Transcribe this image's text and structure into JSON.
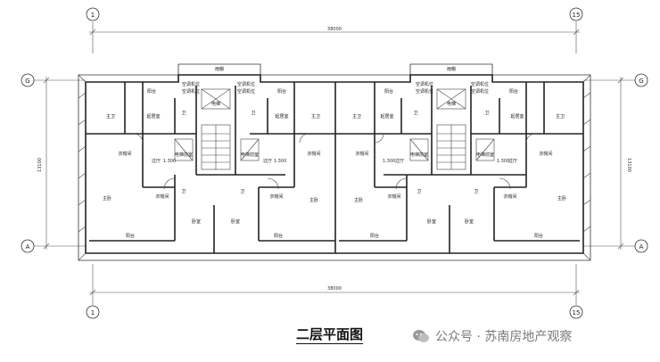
{
  "axes": {
    "top_left": "1",
    "top_right": "15",
    "left_top": "G",
    "left_bottom": "A",
    "right_top": "G",
    "right_bottom": "A",
    "bottom_left": "1",
    "bottom_right": "15"
  },
  "dims": {
    "top_overall": "38000",
    "bottom_overall": "38000",
    "left_depth": "13100",
    "right_depth": "13100",
    "level_a": "1.300",
    "level_b": "1.300",
    "level_c": "1.300",
    "level_d": "1.300"
  },
  "rooms": {
    "roof_a": "雨棚",
    "roof_b": "雨棚",
    "shaft1": "空调机位",
    "shaft2": "空调机位",
    "shaft3": "空调机位",
    "shaft4": "空调机位",
    "shaft5": "空调机位",
    "shaft6": "空调机位",
    "shaft7": "空调机位",
    "shaft8": "空调机位",
    "balcony1": "阳台",
    "balcony2": "阳台",
    "balcony3": "阳台",
    "balcony4": "阳台",
    "bath1": "主卫",
    "bath2": "主卫",
    "bath3": "主卫",
    "bath4": "主卫",
    "living1": "起居室",
    "living2": "起居室",
    "living3": "起居室",
    "living4": "起居室",
    "wc1": "卫",
    "wc2": "卫",
    "wc3": "卫",
    "wc4": "卫",
    "wc5": "卫",
    "wc6": "卫",
    "wc7": "卫",
    "wc8": "卫",
    "closet1": "衣帽间",
    "closet2": "衣帽间",
    "closet3": "衣帽间",
    "closet4": "衣帽间",
    "closet5": "衣帽间",
    "closet6": "衣帽间",
    "closet7": "衣帽间",
    "closet8": "衣帽间",
    "equip1": "电梯前室",
    "equip2": "电梯前室",
    "equip3": "电梯前室",
    "equip4": "电梯前室",
    "elev1": "电梯",
    "elev2": "电梯",
    "master1": "主卧",
    "master2": "主卧",
    "master3": "主卧",
    "master4": "主卧",
    "bed1": "卧室",
    "bed2": "卧室",
    "bed3": "卧室",
    "bed4": "卧室",
    "sbal1": "阳台",
    "sbal2": "阳台",
    "sbal3": "阳台",
    "sbal4": "阳台",
    "hall1": "过厅",
    "hall2": "过厅",
    "hall3": "过厅",
    "hall4": "过厅"
  },
  "caption": "二层平面图",
  "watermark": "公众号 · 苏南房地产观察"
}
